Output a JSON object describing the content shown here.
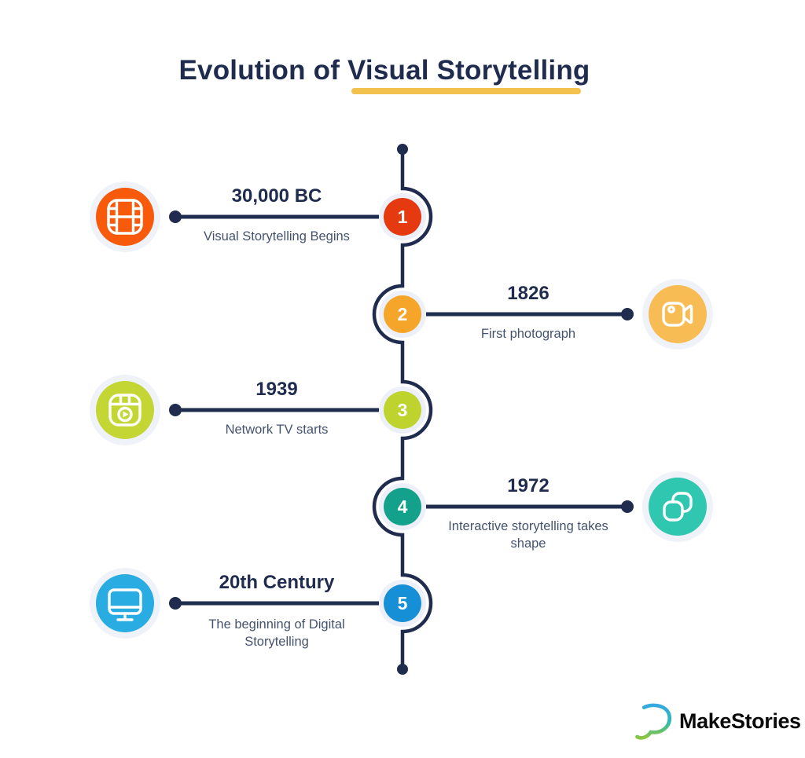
{
  "title": {
    "text": "Evolution of Visual Storytelling",
    "color": "#1F2C4E",
    "underline_color": "#F2C14E"
  },
  "timeline": {
    "line_color": "#1F2C4E",
    "halo_color": "#F0F2FA",
    "badge_ring_color": "#EDF0F8"
  },
  "milestones": [
    {
      "number": "1",
      "year": "30,000 BC",
      "description": "Visual Storytelling Begins",
      "side": "left",
      "badge_color": "#E53A0F",
      "icon_color": "#F75A0A",
      "icon": "film-strip-icon"
    },
    {
      "number": "2",
      "year": "1826",
      "description": "First photograph",
      "side": "right",
      "badge_color": "#F5A62A",
      "icon_color": "#F7BC54",
      "icon": "video-camera-icon"
    },
    {
      "number": "3",
      "year": "1939",
      "description": "Network TV starts",
      "side": "left",
      "badge_color": "#BFD32F",
      "icon_color": "#C4D634",
      "icon": "video-app-icon"
    },
    {
      "number": "4",
      "year": "1972",
      "description": "Interactive storytelling takes shape",
      "side": "right",
      "badge_color": "#14A18C",
      "icon_color": "#2FC7B0",
      "icon": "overlapping-squares-icon"
    },
    {
      "number": "5",
      "year": "20th Century",
      "description": "The beginning of Digital Storytelling",
      "side": "left",
      "badge_color": "#168FD6",
      "icon_color": "#29ACE2",
      "icon": "monitor-icon"
    }
  ],
  "branding": {
    "logo_text": "MakeStories"
  }
}
